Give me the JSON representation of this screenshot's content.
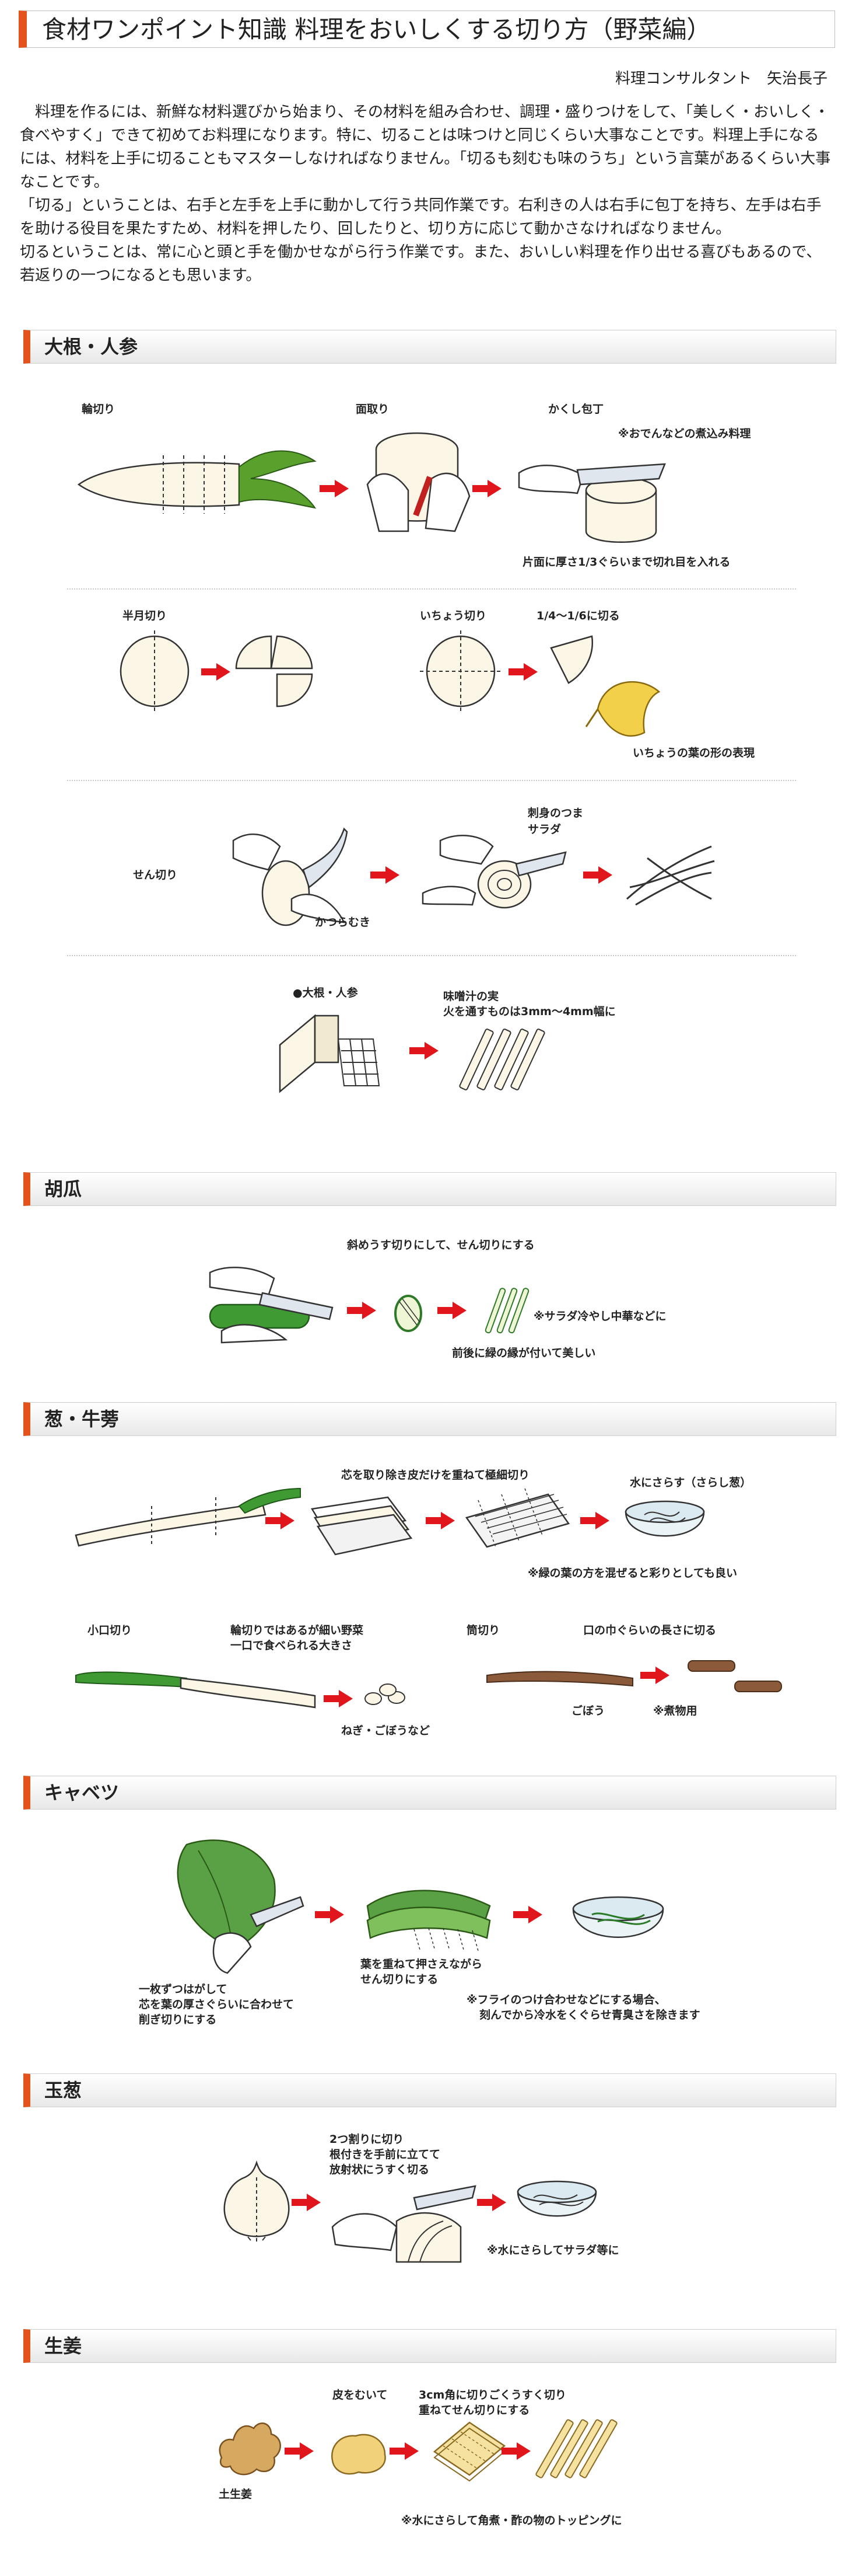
{
  "page": {
    "title": "食材ワンポイント知識 料理をおいしくする切り方（野菜編）",
    "author": "料理コンサルタント　矢治長子",
    "intro": [
      "料理を作るには、新鮮な材料選びから始まり、その材料を組み合わせ、調理・盛りつけをして、「美しく・おいしく・食べやすく」できて初めてお料理になります。特に、切ることは味つけと同じくらい大事なことです。料理上手になるには、材料を上手に切ることもマスターしなければなりません。「切るも刻むも味のうち」という言葉があるくらい大事なことです。",
      "「切る」ということは、右手と左手を上手に動かして行う共同作業です。右利きの人は右手に包丁を持ち、左手は右手を助ける役目を果たすため、材料を押したり、回したりと、切り方に応じて動かさなければなりません。",
      "切るということは、常に心と頭と手を働かせながら行う作業です。また、おいしい料理を作り出せる喜びもあるので、若返りの一つになるとも思います。"
    ]
  },
  "accent_color": "#e4531b",
  "arrow_color": "#e0161c",
  "sections": {
    "daikon": {
      "heading": "大根・人参",
      "labels": {
        "wagiri": "輪切り",
        "mentori": "面取り",
        "kakushi": "かくし包丁",
        "kakushi_note": "※おでんなどの煮込み料理",
        "kakushi_caption": "片面に厚さ1/3ぐらいまで切れ目を入れる",
        "hangetsu": "半月切り",
        "ichou": "いちょう切り",
        "ichou_ratio": "1/4〜1/6に切る",
        "ichou_caption": "いちょうの葉の形の表現",
        "sashimi": "刺身のつま",
        "salad": "サラダ",
        "sengiri": "せん切り",
        "katsuramuki": "かつらむき",
        "daikon_ninjin": "●大根・人参",
        "miso_1": "味噌汁の実",
        "miso_2": "火を通すものは3mm〜4mm幅に"
      }
    },
    "kyuuri": {
      "heading": "胡瓜",
      "labels": {
        "top": "斜めうす切りにして、せん切りにする",
        "note": "※サラダ冷やし中華などに",
        "bottom": "前後に緑の縁が付いて美しい"
      }
    },
    "negi": {
      "heading": "葱・牛蒡",
      "labels": {
        "shiraga": "芯を取り除き皮だけを重ねて極細切り",
        "sarashi": "水にさらす（さらし葱）",
        "green_note": "※緑の葉の方を混ぜると彩りとしても良い",
        "koguchi": "小口切り",
        "wagiri_1": "輪切りではあるが細い野菜",
        "wagiri_2": "一口で食べられる大きさ",
        "negi_gobo": "ねぎ・ごぼうなど",
        "tsutsu": "筒切り",
        "tsutsu_len": "口の巾ぐらいの長さに切る",
        "gobou": "ごぼう",
        "nimono": "※煮物用"
      }
    },
    "cabbage": {
      "heading": "キャベツ",
      "labels": {
        "left_1": "一枚ずつはがして",
        "left_2": "芯を葉の厚さぐらいに合わせて",
        "left_3": "削ぎ切りにする",
        "mid_1": "葉を重ねて押さえながら",
        "mid_2": "せん切りにする",
        "note_1": "※フライのつけ合わせなどにする場合、",
        "note_2": "刻んでから冷水をくぐらせ青臭さを除きます"
      }
    },
    "tamanegi": {
      "heading": "玉葱",
      "labels": {
        "l1": "2つ割りに切り",
        "l2": "根付きを手前に立てて",
        "l3": "放射状にうすく切る",
        "note": "※水にさらしてサラダ等に"
      }
    },
    "shouga": {
      "heading": "生姜",
      "labels": {
        "kawa": "皮をむいて",
        "cut_1": "3cm角に切りごくうすく切り",
        "cut_2": "重ねてせん切りにする",
        "tsuchi": "土生姜",
        "note": "※水にさらして角煮・酢の物のトッピングに"
      }
    }
  }
}
